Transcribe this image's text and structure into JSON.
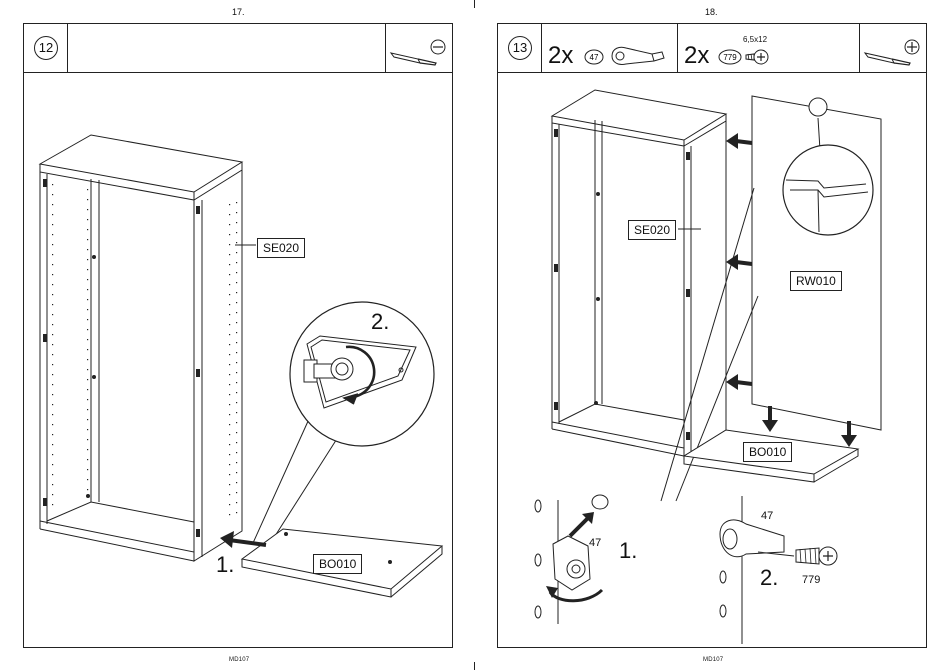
{
  "left_page": {
    "page_number": "17.",
    "step_number": "12",
    "labels": {
      "side_panel": "SE020",
      "bottom_panel": "BO010"
    },
    "callouts": {
      "action_1": "1.",
      "action_2": "2."
    },
    "tool_icon": "flathead-screwdriver-icon",
    "footer": "MD107"
  },
  "right_page": {
    "page_number": "18.",
    "step_number": "13",
    "parts": [
      {
        "quantity": "2x",
        "part_number": "47",
        "icon": "cam-connector-icon"
      },
      {
        "quantity": "2x",
        "part_number": "779",
        "size": "6,5x12",
        "icon": "screw-icon"
      }
    ],
    "labels": {
      "side_panel": "SE020",
      "back_panel": "RW010",
      "bottom_panel": "BO010"
    },
    "callouts": {
      "action_1": "1.",
      "action_2": "2."
    },
    "detail_numbers": {
      "connector_a": "47",
      "connector_b": "47",
      "screw": "779"
    },
    "tool_icon": "phillips-screwdriver-icon",
    "footer": "MD107"
  }
}
